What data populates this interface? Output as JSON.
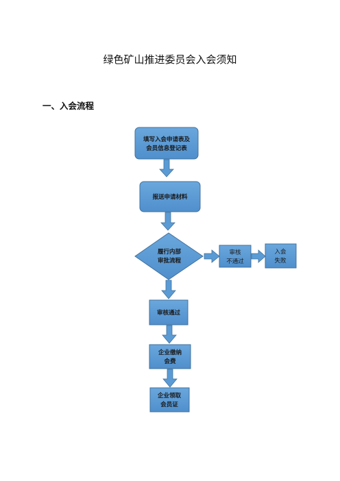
{
  "title": "绿色矿山推进委员会入会须知",
  "section_heading": "一、入会流程",
  "flow": {
    "step1": [
      "填写入会申请表及",
      "会员信息登记表"
    ],
    "step2": [
      "报送申请材料"
    ],
    "step3": [
      "履行内部",
      "审批流程"
    ],
    "reject": [
      "审核",
      "不通过"
    ],
    "fail": [
      "入会",
      "失败"
    ],
    "step4": [
      "审核通过"
    ],
    "step5": [
      "企业缴纳",
      "会费"
    ],
    "step6": [
      "企业领取",
      "会员证"
    ]
  },
  "colors": {
    "box_fill": "#5b9bd5",
    "box_stroke": "#41719c",
    "arrow_fill": "#5b9bd5"
  }
}
